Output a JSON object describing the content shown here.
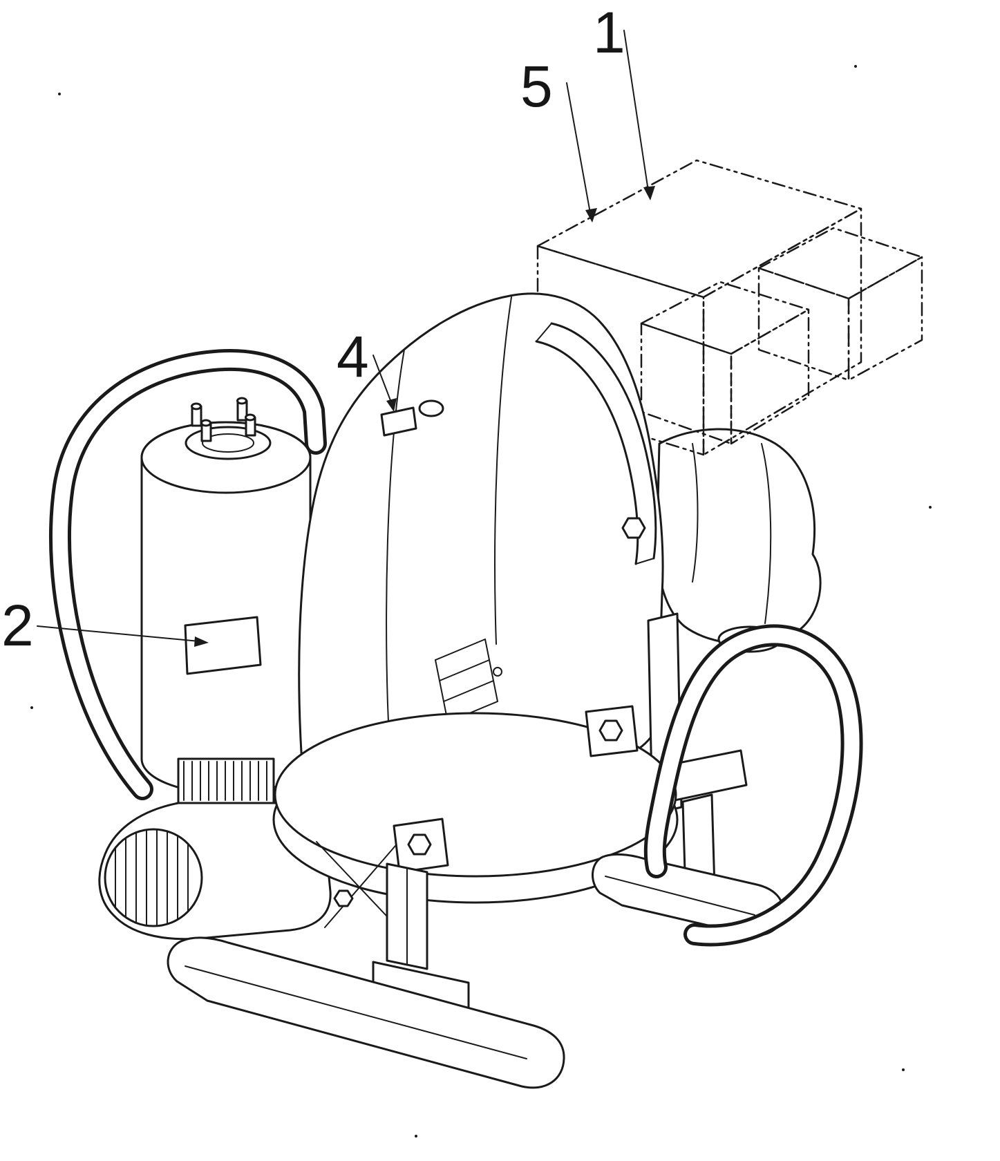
{
  "figure": {
    "background_color": "#ffffff",
    "line_color": "#1a1a1a",
    "reference_labels": [
      {
        "text": "1"
      },
      {
        "text": "5"
      },
      {
        "text": "4"
      },
      {
        "text": "2"
      }
    ]
  }
}
